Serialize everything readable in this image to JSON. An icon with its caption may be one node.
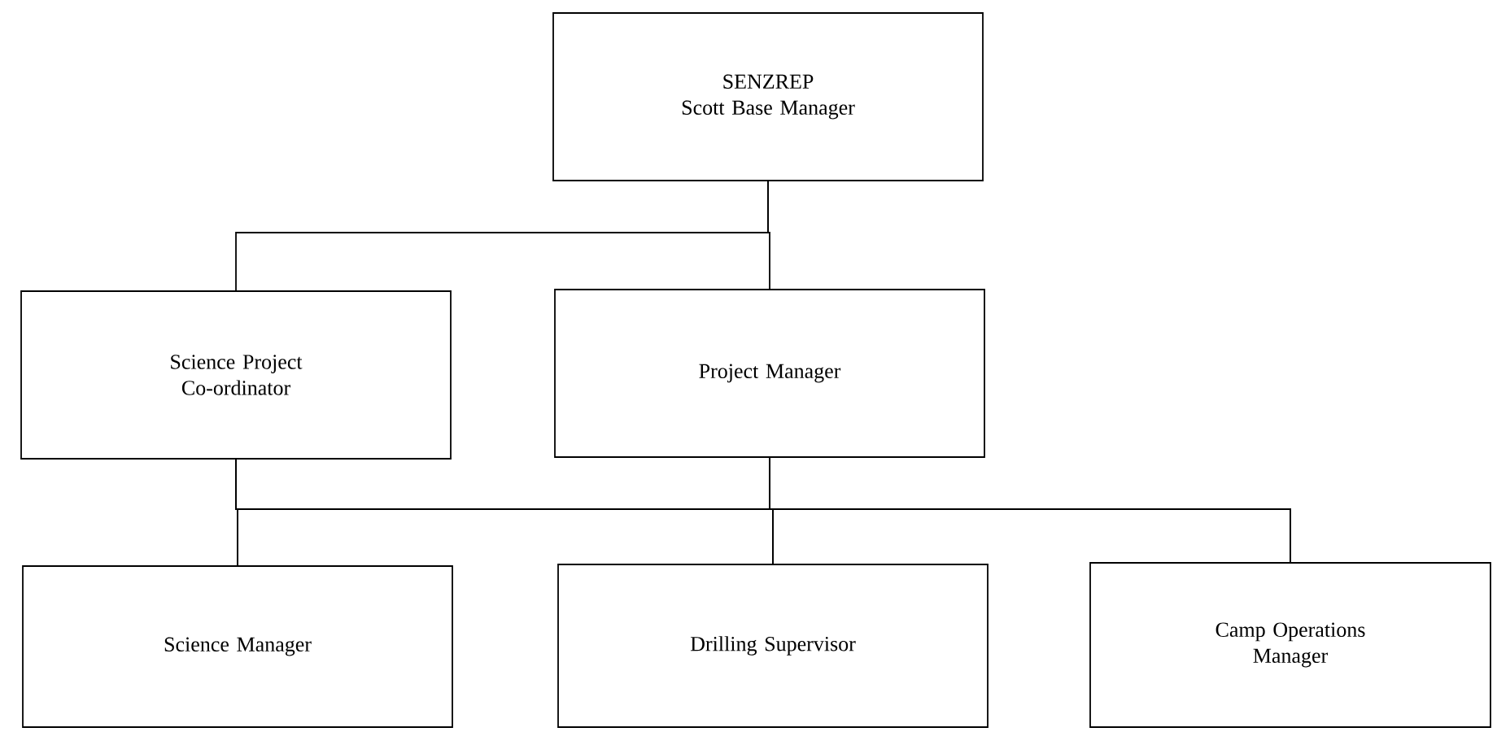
{
  "diagram": {
    "nodes": [
      {
        "text": [
          "SENZREP",
          "Scott Base Manager"
        ]
      },
      {
        "text": [
          "Science Project Co-ordinator"
        ]
      },
      {
        "text": [
          "Project Manager"
        ]
      },
      {
        "text": [
          "Science Manager"
        ]
      },
      {
        "text": [
          "Drilling Supervisor"
        ]
      },
      {
        "text": [
          "Camp Operations Manager"
        ]
      }
    ],
    "edges": [
      {
        "from": 0,
        "to": 1,
        "arrow": "none"
      },
      {
        "from": 0,
        "to": 2,
        "arrow": "none"
      },
      {
        "from": 1,
        "to": 3,
        "arrow": "none"
      },
      {
        "from": 1,
        "to": 4,
        "arrow": "none"
      },
      {
        "from": 1,
        "to": 5,
        "arrow": "none"
      },
      {
        "from": 2,
        "to": 3,
        "arrow": "none"
      },
      {
        "from": 2,
        "to": 4,
        "arrow": "none"
      },
      {
        "from": 2,
        "to": 5,
        "arrow": "none"
      }
    ]
  }
}
